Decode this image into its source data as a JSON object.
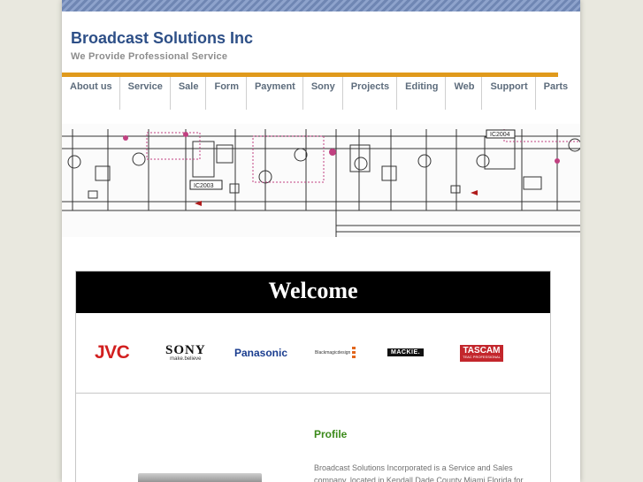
{
  "site": {
    "title": "Broadcast Solutions Inc",
    "tagline": "We Provide Professional Service"
  },
  "nav": {
    "items": [
      {
        "label": "About us",
        "name": "nav-about-us"
      },
      {
        "label": "Service",
        "name": "nav-service"
      },
      {
        "label": "Sale",
        "name": "nav-sale"
      },
      {
        "label": "Form",
        "name": "nav-form"
      },
      {
        "label": "Payment",
        "name": "nav-payment"
      },
      {
        "label": "Sony",
        "name": "nav-sony"
      },
      {
        "label": "Projects",
        "name": "nav-projects"
      },
      {
        "label": "Editing",
        "name": "nav-editing"
      },
      {
        "label": "Web",
        "name": "nav-web"
      },
      {
        "label": "Support",
        "name": "nav-support"
      },
      {
        "label": "Parts",
        "name": "nav-parts"
      }
    ]
  },
  "banner": {
    "labels": [
      "IC2003",
      "IC2004"
    ]
  },
  "welcome": {
    "heading": "Welcome"
  },
  "logos": {
    "jvc": "JVC",
    "sony": "SONY",
    "sony_sub": "make.believe",
    "panasonic": "Panasonic",
    "blackmagic": "Blackmagicdesign",
    "mackie": "MACKIE.",
    "tascam": "TASCAM",
    "tascam_sub": "TEAC PROFESSIONAL"
  },
  "profile": {
    "heading": "Profile",
    "text": "Broadcast Solutions Incorporated is a Service and Sales company, located in  Kendall  Dade County Miami Florida for"
  },
  "colors": {
    "title": "#2d4f87",
    "nav_accent": "#e09a1c",
    "profile_heading": "#3b8a1a",
    "page_bg": "#e9e8df"
  }
}
